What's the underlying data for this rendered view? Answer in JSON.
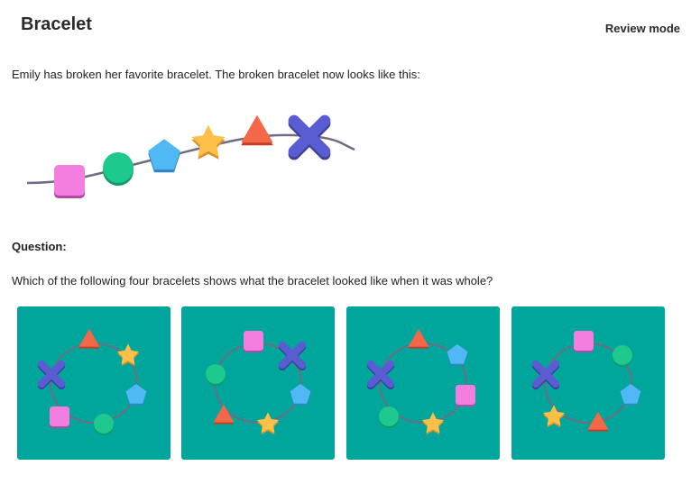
{
  "header": {
    "title": "Bracelet",
    "mode": "Review mode"
  },
  "intro_text": "Emily has broken her favorite bracelet. The broken bracelet now looks like this:",
  "broken_bracelet": {
    "beads": [
      "square",
      "circle",
      "pentagon",
      "star",
      "triangle",
      "cross"
    ]
  },
  "question": {
    "heading": "Question:",
    "text": "Which of the following four bracelets shows what the bracelet looked like when it was whole?"
  },
  "answer_options": [
    {
      "beads": [
        "triangle",
        "star",
        "pentagon",
        "circle",
        "square",
        "cross"
      ]
    },
    {
      "beads": [
        "square",
        "cross",
        "pentagon",
        "star",
        "triangle",
        "circle"
      ]
    },
    {
      "beads": [
        "triangle",
        "pentagon",
        "square",
        "star",
        "circle",
        "cross"
      ]
    },
    {
      "beads": [
        "square",
        "circle",
        "pentagon",
        "triangle",
        "star",
        "cross"
      ]
    }
  ],
  "colors": {
    "square": "#f47de0",
    "circle": "#1dc98c",
    "pentagon": "#4fb8f5",
    "star": "#ffc04a",
    "triangle": "#f26848",
    "cross": "#5a5cd1",
    "string": "#6d6d82",
    "option_background": "#00a69c"
  }
}
